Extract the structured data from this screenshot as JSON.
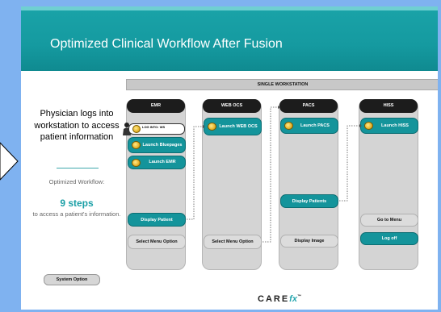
{
  "title": "Optimized Clinical Workflow After Fusion",
  "left_panel": {
    "main_text": "Physician logs into workstation to access patient information",
    "sub_text": "Optimized Workflow:",
    "steps": "9 steps",
    "sub_text2": "to access a patient's information."
  },
  "workstation_header": "SINGLE WORKSTATION",
  "columns": [
    {
      "header": "EMR"
    },
    {
      "header": "WEB OCS"
    },
    {
      "header": "PACS"
    },
    {
      "header": "HISS"
    }
  ],
  "emr": {
    "login_label": "LOG INTO: WS",
    "launch_bluepages": "Launch Bluepages",
    "launch_emr": "Launch EMR",
    "display_patient": "Display Patient",
    "select_menu": "Select Menu Option"
  },
  "webocs": {
    "launch": "Launch WEB OCS",
    "select_menu": "Select Menu Option"
  },
  "pacs": {
    "launch": "Launch PACS",
    "display_patients": "Display Patients",
    "display_image": "Display Image"
  },
  "hiss": {
    "launch": "Launch HISS",
    "go_to_menu": "Go to Menu",
    "log_off": "Log off"
  },
  "system_option": "System Option",
  "logo": {
    "care": "CARE",
    "fx": "fx",
    "tm": "™"
  },
  "colors": {
    "teal": "#14949b",
    "banner": "#159aa0",
    "background": "#7fb2f0"
  }
}
